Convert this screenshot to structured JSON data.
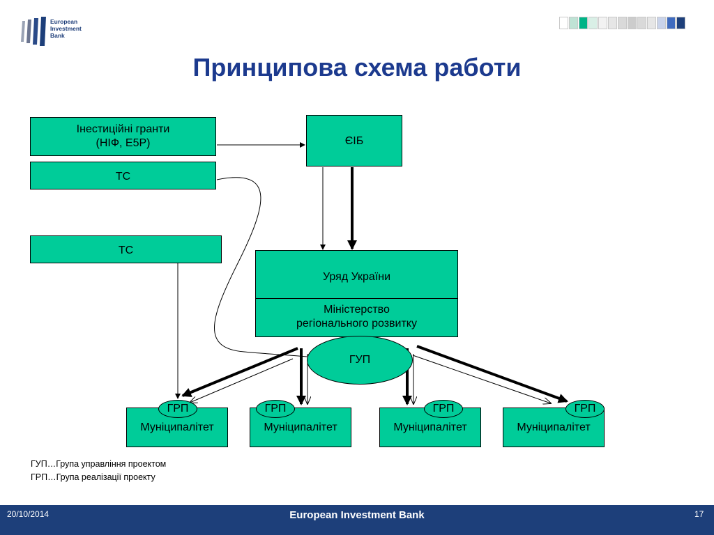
{
  "header": {
    "logo_text": "European\nInvestment\nBank",
    "title": "Принципова схема работи",
    "deco_colors": [
      "#ffffff",
      "#bfe3d5",
      "#00b386",
      "#d9efe6",
      "#f2f2f2",
      "#e6e6e6",
      "#d9d9d9",
      "#cccccc",
      "#d9d9d9",
      "#e6e6e6",
      "#c9d3ea",
      "#3f6bbf",
      "#1d3f7a"
    ]
  },
  "diagram": {
    "grants": {
      "line1": "Інестиційні гранти",
      "line2": "(НІФ, E5P)"
    },
    "tc_top": "ТС",
    "tc_mid": "ТС",
    "eib": "ЄІБ",
    "government": "Уряд України",
    "ministry": {
      "line1": "Міністерство",
      "line2": "регіонального розвитку"
    },
    "gup": "ГУП",
    "municipalities": [
      {
        "grp": "ГРП",
        "label": "Муніципалітет"
      },
      {
        "grp": "ГРП",
        "label": "Муніципалітет"
      },
      {
        "grp": "ГРП",
        "label": "Муніципалітет"
      },
      {
        "grp": "ГРП",
        "label": "Муніципалітет"
      }
    ],
    "fill_color": "#00cc99"
  },
  "legend": {
    "line1": "ГУП…Група управління проектом",
    "line2": "ГРП…Група реалізації проекту"
  },
  "footer": {
    "date": "20/10/2014",
    "title": "European Investment Bank",
    "page": "17",
    "bg_color": "#1d3f7a"
  }
}
